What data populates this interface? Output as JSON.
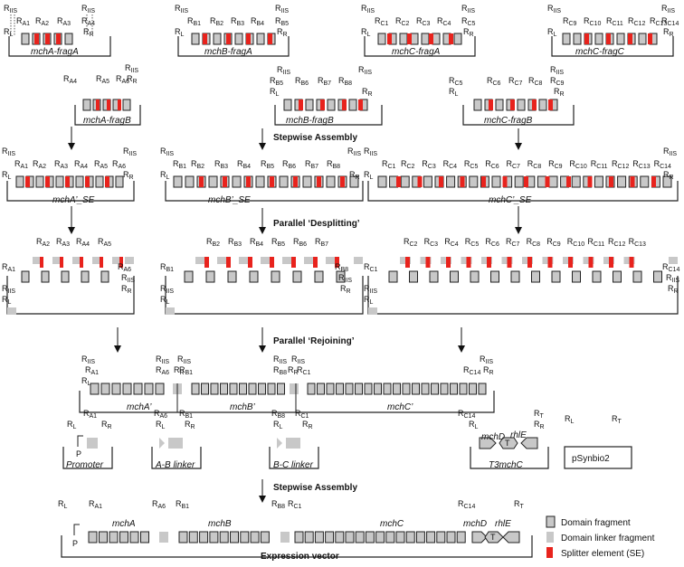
{
  "colors": {
    "domain": "#c8c8c8",
    "linker": "#c8c8c8",
    "splitter": "#e8231d",
    "stroke": "#222222"
  },
  "stages": [
    "Stepwise Assembly",
    "Parallel ‘Desplitting’",
    "Parallel ‘Rejoining’",
    "Stepwise Assembly"
  ],
  "frags": {
    "mchA_fragA": "mchA-fragA",
    "mchA_fragB": "mchA-fragB",
    "mchB_fragA": "mchB-fragA",
    "mchB_fragB": "mchB-fragB",
    "mchC_fragA": "mchC-fragA",
    "mchC_fragB": "mchC-fragB",
    "mchC_fragC": "mchC-fragC"
  },
  "se": {
    "A": "mchA’_SE",
    "B": "mchB’_SE",
    "C": "mchC’_SE"
  },
  "rejoin": {
    "A": "mchA’",
    "B": "mchB’",
    "C": "mchC’"
  },
  "parts": {
    "promoter": "Promoter",
    "ab": "A-B linker",
    "bc": "B-C linker",
    "t3": "T3mchC",
    "psyn": "pSynbio2",
    "mchD": "mchD",
    "rhlE": "rhlE",
    "T": "T",
    "P": "P"
  },
  "final": {
    "mchA": "mchA",
    "mchB": "mchB",
    "mchC": "mchC",
    "mchD": "mchD",
    "rhlE": "rhlE",
    "vector": "Expression vector"
  },
  "legend": [
    "Domain fragment",
    "Domain linker fragment",
    "Splitter element (SE)"
  ],
  "sites": {
    "RIIS": "R",
    "IIS": "IIS",
    "RL": "R",
    "L": "L",
    "RR": "R",
    "R": "R",
    "RT": "T"
  }
}
